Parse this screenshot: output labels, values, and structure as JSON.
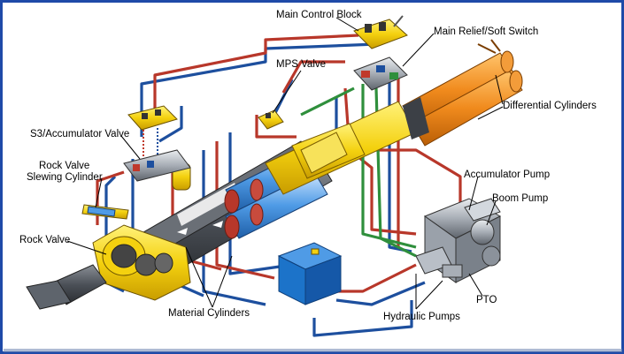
{
  "colors": {
    "frame": "#1f4aa8",
    "hydraulic_red": "#b8372a",
    "hydraulic_blue": "#1d4f9e",
    "hydraulic_green": "#2f8f3c",
    "cylinder_yellow": "#f4d10f",
    "cylinder_orange": "#f08a1d",
    "tank_blue": "#1c73c9",
    "pump_gray": "#b9bfc7"
  },
  "labels": {
    "main_control_block": "Main Control Block",
    "main_relief_soft_switch": "Main Relief/Soft Switch",
    "mps_valve": "MPS Valve",
    "differential_cylinders": "Differential Cylinders",
    "s3_accumulator_valve": "S3/Accumulator Valve",
    "rock_valve_slewing_line1": "Rock Valve",
    "rock_valve_slewing_line2": "Slewing Cylinder",
    "accumulator_pump": "Accumulator Pump",
    "boom_pump": "Boom Pump",
    "rock_valve": "Rock Valve",
    "pto": "PTO",
    "material_cylinders": "Material Cylinders",
    "hydraulic_pumps": "Hydraulic Pumps"
  }
}
